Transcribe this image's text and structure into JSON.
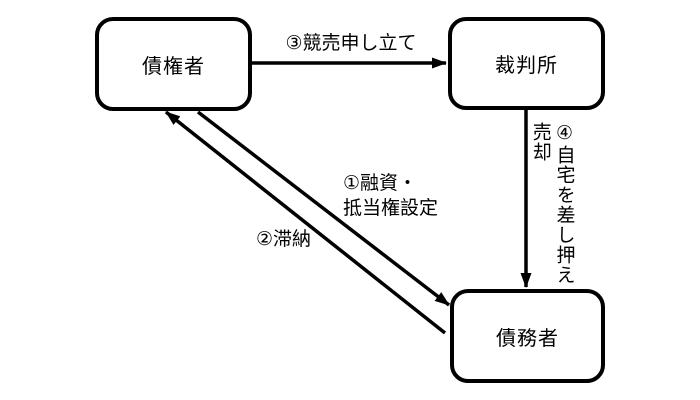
{
  "diagram": {
    "background_color": "#ffffff",
    "line_color": "#000000",
    "nodes": {
      "creditor": {
        "label": "債権者"
      },
      "court": {
        "label": "裁判所"
      },
      "debtor": {
        "label": "債務者"
      }
    },
    "edges": {
      "loan": {
        "label": "①融資・\n抵当権設定",
        "from": "債権者",
        "to": "債務者"
      },
      "delinquency": {
        "label": "②滞納",
        "from": "債務者",
        "to": "債権者"
      },
      "auction_petition": {
        "label": "③競売申し立て",
        "from": "債権者",
        "to": "裁判所"
      },
      "seizure_sale": {
        "label": "④自宅を差し押え\n売却",
        "from": "裁判所",
        "to": "債務者"
      }
    }
  }
}
